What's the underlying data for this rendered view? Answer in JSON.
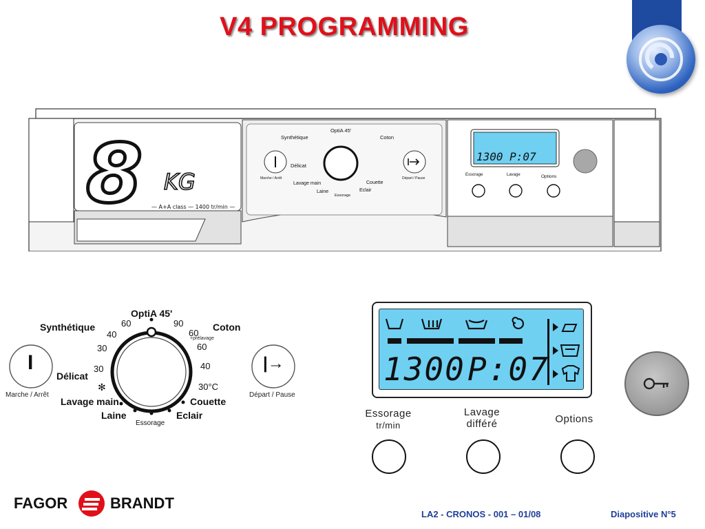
{
  "title": "V4 PROGRAMMING",
  "panel": {
    "capacity_digit": "8",
    "capacity_unit": "KG",
    "class_label": "A+A class",
    "spin_label": "1400 tr/min"
  },
  "dial": {
    "programs": {
      "optia": "OptiA 45'",
      "synthetique": "Synthétique",
      "coton": "Coton",
      "delicat": "Délicat",
      "lavage_main": "Lavage main",
      "laine": "Laine",
      "essorage": "Essorage",
      "eclair": "Eclair",
      "couette": "Couette"
    },
    "temps": {
      "t60_left": "60",
      "t40_left": "40",
      "t30_upper": "30",
      "t30_lower": "30",
      "t90": "90",
      "t60_right": "60",
      "prelavage": "+prélavage",
      "t60_right2": "60",
      "t40_right": "40",
      "t30c": "30°C"
    },
    "power_label": "Marche / Arrêt",
    "start_label": "Départ / Pause",
    "power_symbol": "I",
    "start_symbol": "|→"
  },
  "display": {
    "spin_value": "1300",
    "program_value": "P:07"
  },
  "buttons": {
    "essorage_line1": "Essorage",
    "essorage_line2": "tr/min",
    "lavage_line1": "Lavage",
    "lavage_line2": "différé",
    "options": "Options"
  },
  "footer": {
    "brand_left": "FAGOR",
    "brand_right": "BRANDT",
    "reference": "LA2 - CRONOS - 001 – 01/08",
    "slide": "Diapositive  N°5"
  },
  "colors": {
    "title": "#e0101a",
    "lcd": "#6fd0f2",
    "footer_text": "#1e3f9a"
  }
}
